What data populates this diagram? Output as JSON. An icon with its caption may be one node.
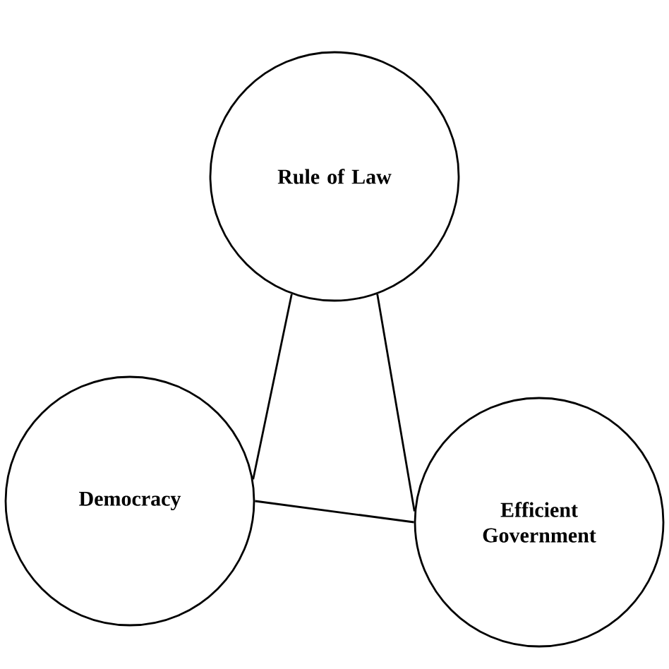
{
  "diagram": {
    "nodes": [
      {
        "text": [
          "Rule of Law"
        ]
      },
      {
        "text": [
          "Democracy"
        ]
      },
      {
        "text": [
          "Efficient Government"
        ]
      }
    ],
    "edges": [
      {
        "from": 0,
        "to": 1,
        "arrow": "none"
      },
      {
        "from": 1,
        "to": 2,
        "arrow": "none"
      },
      {
        "from": 2,
        "to": 0,
        "arrow": "none"
      }
    ]
  }
}
